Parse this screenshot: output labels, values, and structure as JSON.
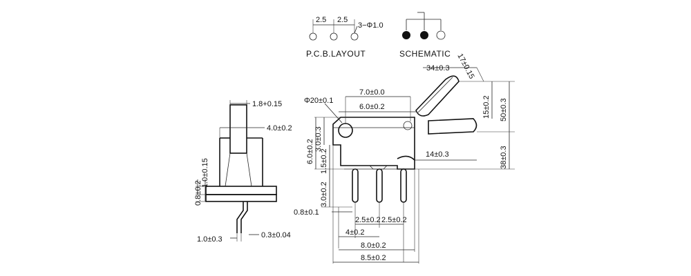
{
  "pcb_layout": {
    "title": "P.C.B.LAYOUT",
    "pitch_1": "2.5",
    "pitch_2": "2.5",
    "hole_note": "3−Φ1.0"
  },
  "schematic": {
    "title": "SCHEMATIC"
  },
  "side_view": {
    "dims": {
      "top_width": "1.8+0.15",
      "body_width": "4.0±0.2",
      "offset_1": "0.8±0.2",
      "offset_2": "1.0±0.15",
      "terminal_offset": "1.0±0.3",
      "terminal_thickness": "0.3±0.04"
    }
  },
  "front_view": {
    "dims": {
      "lever_slot": "34±0.3",
      "lever_angle": "17±0.15",
      "hole_dia": "Φ20±0.1",
      "hole_spacing": "7.0±0.0",
      "inner_width": "6.0±0.2",
      "lever_height": "15±0.2",
      "total_lever": "50±0.3",
      "lever_extent": "38±0.3",
      "roller_height": "14±0.3",
      "body_height": "6.0±0.2",
      "hole_height": "3.0±0.3",
      "partial_height": "1.5±0.2",
      "pin_length": "3.0±0.2",
      "pin_width": "0.8±0.1",
      "pin_pitch_1": "2.5±0.2",
      "pin_pitch_2": "2.5±0.2",
      "pin_offset": "4±0.2",
      "total_pin_span": "8.0±0.2",
      "total_width": "8.5±0.2"
    }
  }
}
